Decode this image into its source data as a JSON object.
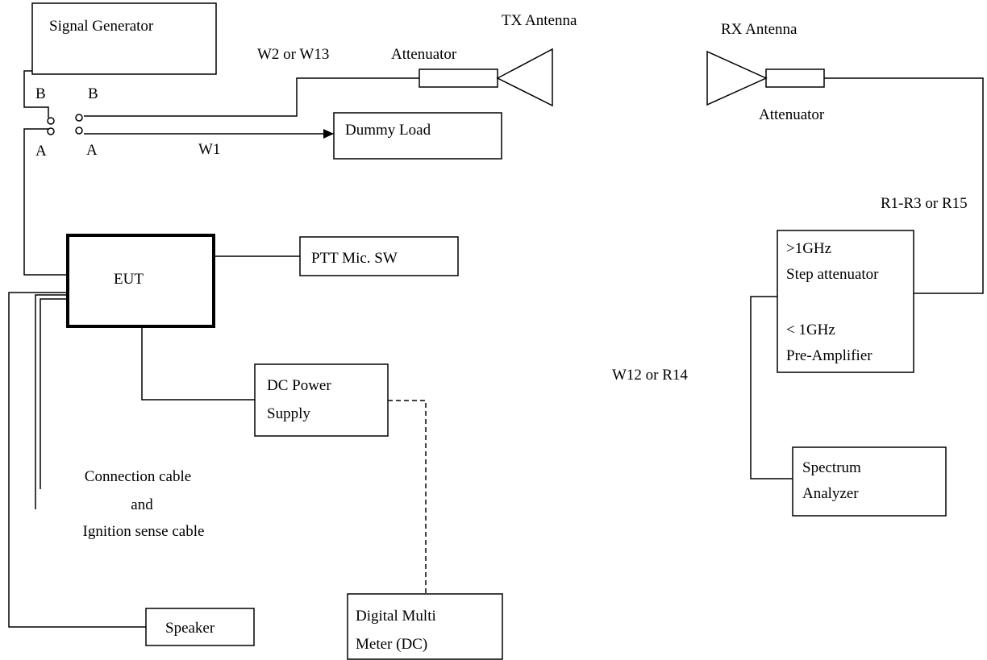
{
  "boxes": {
    "signal_generator": "Signal Generator",
    "dummy_load": "Dummy Load",
    "eut": "EUT",
    "ptt": "PTT Mic. SW",
    "dc_power": [
      "DC Power",
      "Supply"
    ],
    "dmm": [
      "Digital Multi",
      "Meter (DC)"
    ],
    "speaker": "Speaker",
    "attenuator_box": [
      ">1GHz",
      "Step attenuator",
      "< 1GHz",
      "Pre-Amplifier"
    ],
    "spectrum": [
      "Spectrum",
      "Analyzer"
    ]
  },
  "labels": {
    "tx_antenna": "TX Antenna",
    "rx_antenna": "RX Antenna",
    "attenuator_tx": "Attenuator",
    "attenuator_rx": "Attenuator",
    "w2_w13": "W2 or W13",
    "w1": "W1",
    "r1_r15": "R1-R3 or  R15",
    "w12_r14": "W12 or  R14",
    "switch_b_left": "B",
    "switch_b_right": "B",
    "switch_a_left": "A",
    "switch_a_right": "A",
    "cable": [
      "Connection cable",
      "and",
      "Ignition sense cable"
    ]
  }
}
